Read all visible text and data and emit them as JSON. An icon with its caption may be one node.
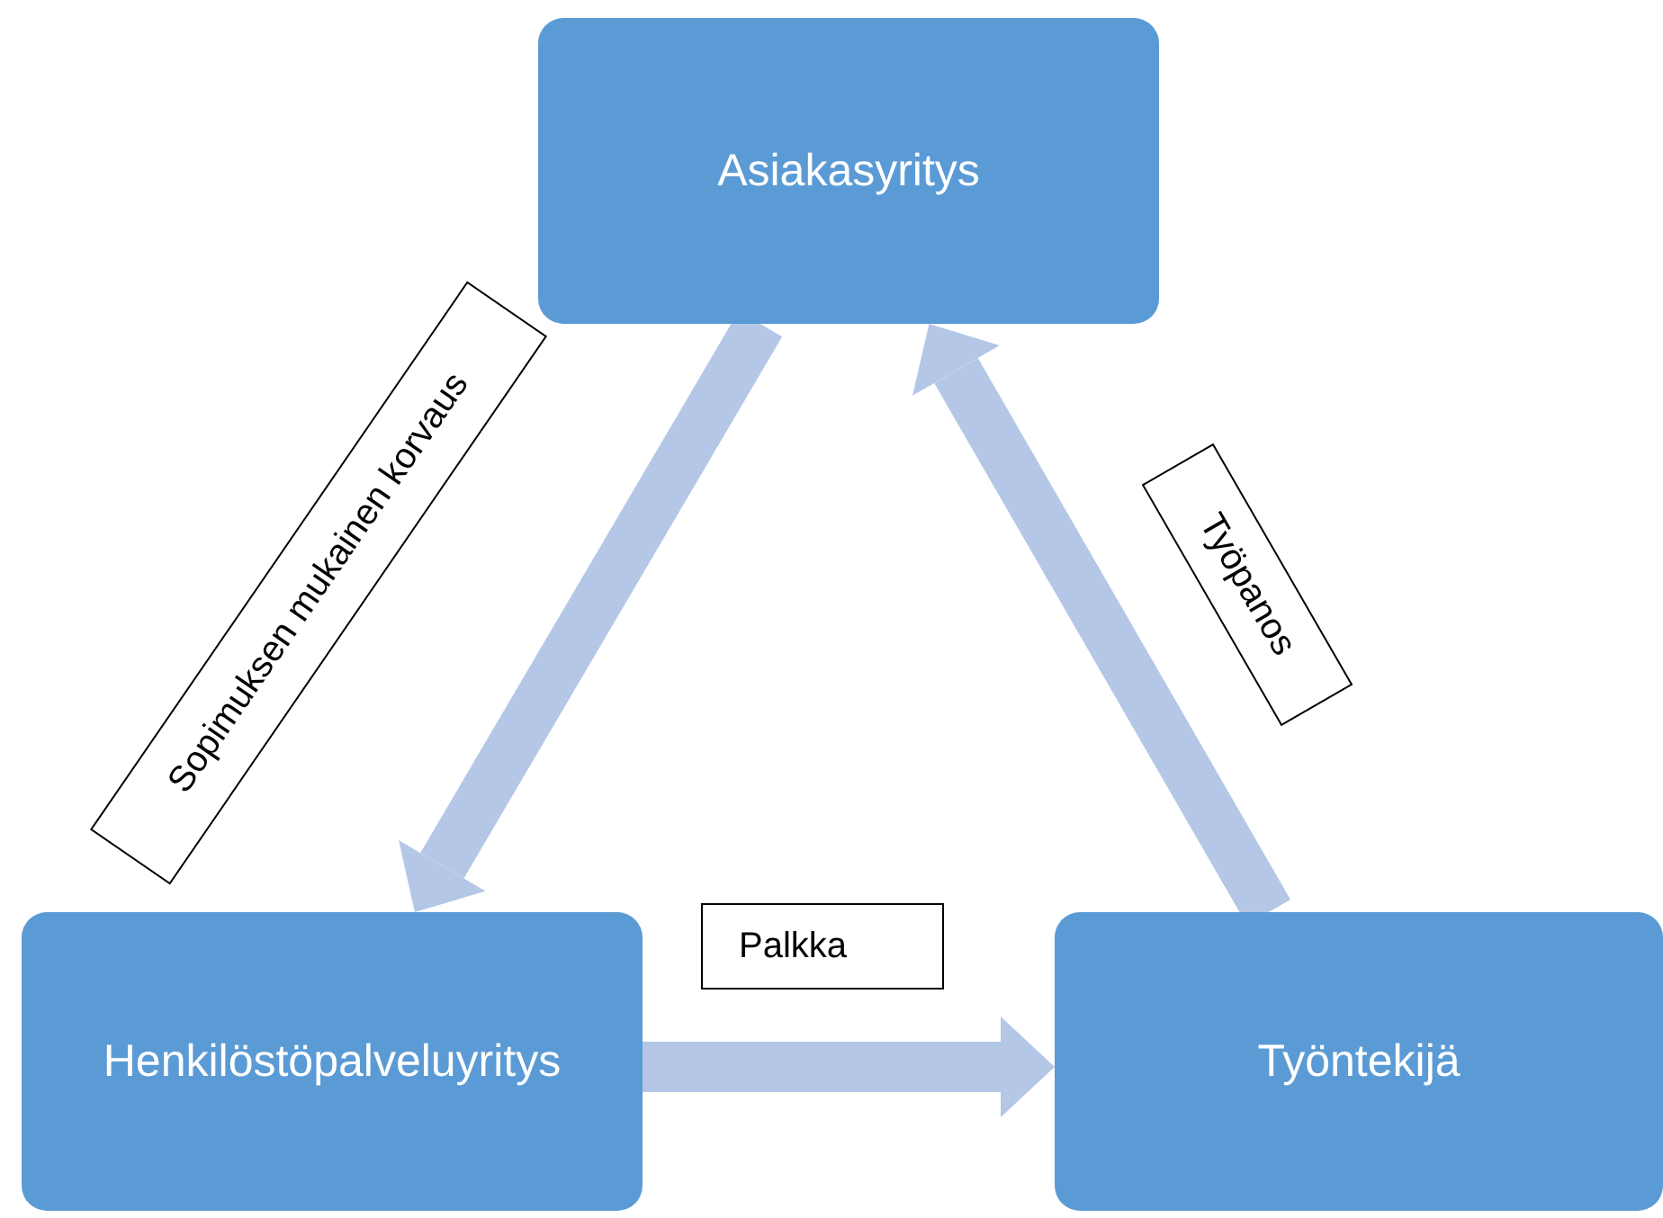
{
  "diagram": {
    "nodes": [
      {
        "text": [
          "Asiakasyritys"
        ]
      },
      {
        "text": [
          "Henkilöstöpalveluyritys"
        ]
      },
      {
        "text": [
          "Työntekijä"
        ]
      }
    ],
    "edges": [
      {
        "from": 0,
        "to": 1,
        "arrow": "to",
        "label": "Sopimuksen mukainen korvaus"
      },
      {
        "from": 1,
        "to": 2,
        "arrow": "to",
        "label": "Palkka"
      },
      {
        "from": 2,
        "to": 0,
        "arrow": "to",
        "label": "Työpanos"
      }
    ]
  }
}
